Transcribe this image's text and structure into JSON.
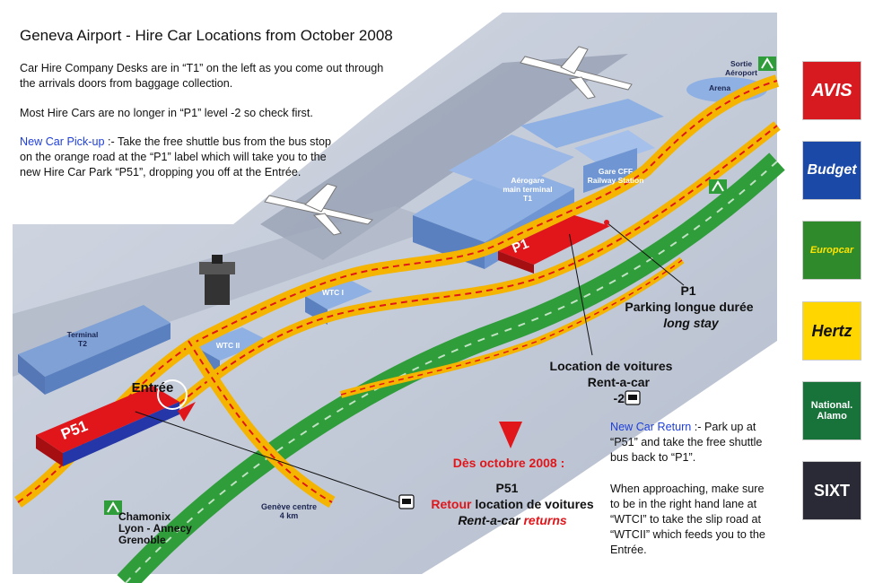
{
  "header": {
    "title": "Geneva Airport - Hire Car Locations from October 2008"
  },
  "intro": {
    "para1": "Car Hire Company Desks are in “T1” on the left as you come out through the arrivals doors from baggage collection.",
    "para2": "Most Hire Cars are no longer in “P1” level -2 so check first.",
    "pickup_heading": "New Car Pick-up",
    "pickup_text": " :- Take the free shuttle bus from the bus stop on the orange road at the “P1” label which will take you to the new Hire Car Park “P51”, dropping you off at the Entrée."
  },
  "return_info": {
    "heading": "New Car Return",
    "text": " :- Park up at “P51” and take the free shuttle bus back to “P1”.",
    "approach": "When approaching, make sure to be in the right hand lane at “WTCI” to take the slip road at “WTCII” which feeds you to the Entrée."
  },
  "map_labels": {
    "sortie_line1": "Sortie",
    "sortie_line2": "Aéroport",
    "arena": "Arena",
    "aerogare_line1": "Aérogare",
    "aerogare_line2": "main terminal",
    "aerogare_line3": "T1",
    "gare_line1": "Gare CFF",
    "gare_line2": "Railway Station",
    "terminal_t2_line1": "Terminal",
    "terminal_t2_line2": "T2",
    "wtc1": "WTC I",
    "wtc2": "WTC II",
    "entree": "Entrée",
    "p1_sign": "P1",
    "p51_sign": "P51",
    "p1_title": "P1",
    "p1_fr": "Parking longue durée",
    "p1_en": "long stay",
    "location_fr": "Location de voitures",
    "location_en": "Rent-a-car",
    "location_level": "-2",
    "date_banner": "Dès octobre 2008 :",
    "p51_title": "P51",
    "retour_red": "Retour",
    "retour_black": " location de voitures",
    "returns_black": "Rent-a-car ",
    "returns_red": "returns",
    "geneve_line1": "Genève centre",
    "geneve_line2": "4 km",
    "chamonix_line1": "Chamonix",
    "chamonix_line2": "Lyon - Annecy",
    "chamonix_line3": "Grenoble"
  },
  "brands": [
    {
      "name": "AVIS",
      "bg": "#d71920",
      "fg": "#ffffff"
    },
    {
      "name": "Budget",
      "bg": "#1a49a8",
      "fg": "#ffffff"
    },
    {
      "name": "Europcar",
      "bg": "#2e8a2a",
      "fg": "#ffe400"
    },
    {
      "name": "Hertz",
      "bg": "#ffd600",
      "fg": "#111111"
    },
    {
      "name_line1": "National.",
      "name_line2": "Alamo",
      "bg": "#17733a",
      "fg": "#ffffff"
    },
    {
      "name": "SIXT",
      "bg": "#2a2a36",
      "fg": "#ffffff"
    }
  ],
  "colors": {
    "panel": "#c3cbd9",
    "runway": "#8f99ab",
    "road_orange": "#f5b400",
    "road_green": "#2f9d3a",
    "parking_red": "#e0161b",
    "building_blue": "#6f96d2"
  }
}
